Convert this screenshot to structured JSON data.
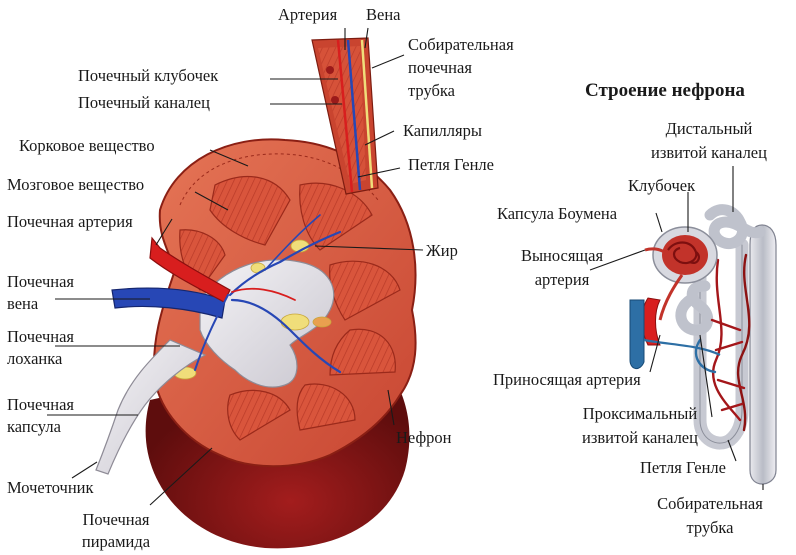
{
  "kidney": {
    "labels": {
      "artery": "Артерия",
      "vein": "Вена",
      "collecting_tube": [
        "Собирательная",
        "почечная",
        "трубка"
      ],
      "glomerulus": "Почечный клубочек",
      "tubule": "Почечный каналец",
      "capillaries": "Капилляры",
      "cortex": "Корковое вещество",
      "loop_henle": "Петля Генле",
      "medulla": "Мозговое вещество",
      "renal_artery": "Почечная артерия",
      "fat": "Жир",
      "renal_vein": [
        "Почечная",
        "вена"
      ],
      "pelvis": [
        "Почечная",
        "лоханка"
      ],
      "capsule": [
        "Почечная",
        "капсула"
      ],
      "nephron": "Нефрон",
      "ureter": "Мочеточник",
      "pyramid": [
        "Почечная",
        "пирамида"
      ]
    }
  },
  "nephron": {
    "title": "Строение нефрона",
    "labels": {
      "distal": [
        "Дистальный",
        "извитой каналец"
      ],
      "glomerulus": "Клубочек",
      "bowman": "Капсула Боумена",
      "efferent": [
        "Выносящая",
        "артерия"
      ],
      "afferent": "Приносящая артерия",
      "proximal": [
        "Проксимальный",
        "извитой каналец"
      ],
      "loop_henle": "Петля Генле",
      "collecting": [
        "Собирательная",
        "трубка"
      ]
    }
  },
  "colors": {
    "kidney_dark": "#7a1414",
    "cortex": "#d4543c",
    "medulla": "#c9442f",
    "pelvis": "#e9e7ea",
    "fat": "#f0de7a",
    "artery": "#d81e1e",
    "vein": "#2747b5",
    "leader": "#1a1a1a"
  }
}
